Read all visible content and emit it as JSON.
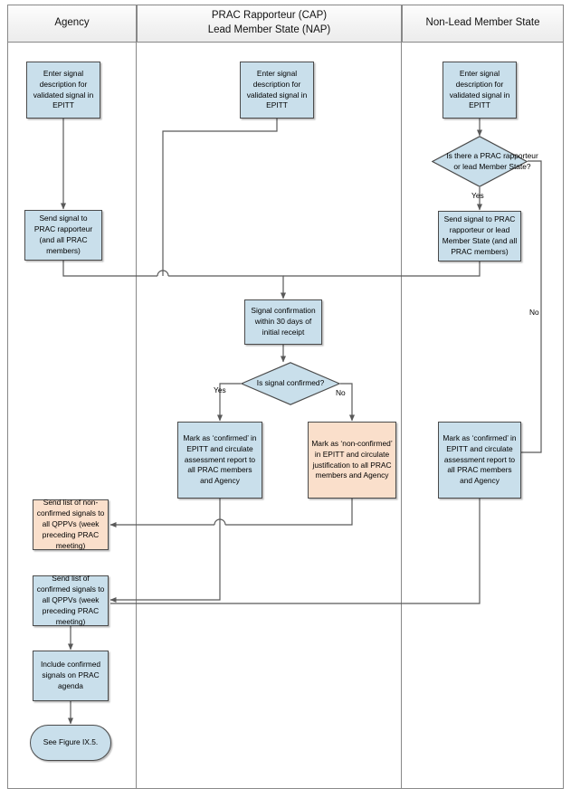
{
  "figure": {
    "title": "Signal management flowchart — validated signal handling",
    "reference": "See Figure IX.5."
  },
  "colors": {
    "process_fill": "#c9dfeb",
    "alt_fill": "#fadfcb",
    "node_stroke": "#4b4b4b",
    "lane_stroke": "#888888",
    "wire": "#595959"
  },
  "lanes": [
    {
      "id": "agency",
      "label": "Agency"
    },
    {
      "id": "rapporteur",
      "label": "PRAC Rapporteur (CAP)\nLead Member State (NAP)",
      "line1": "PRAC Rapporteur (CAP)",
      "line2": "Lead Member State (NAP)"
    },
    {
      "id": "nonlead",
      "label": "Non-Lead Member State"
    }
  ],
  "nodes": {
    "agency_enter": {
      "type": "process",
      "lane": "agency",
      "text": "Enter signal description for validated signal in EPITT"
    },
    "agency_send": {
      "type": "process",
      "lane": "agency",
      "text": "Send signal to PRAC rapporteur (and all PRAC members)"
    },
    "rapp_enter": {
      "type": "process",
      "lane": "rapporteur",
      "text": "Enter signal description for validated signal in EPITT"
    },
    "nonlead_enter": {
      "type": "process",
      "lane": "nonlead",
      "text": "Enter signal description for validated signal in EPITT"
    },
    "nonlead_decide": {
      "type": "decision",
      "lane": "nonlead",
      "text": "Is there a PRAC rapporteur or lead Member State?"
    },
    "nonlead_send": {
      "type": "process",
      "lane": "nonlead",
      "text": "Send signal to PRAC rapporteur or lead Member State (and all PRAC members)"
    },
    "confirm_window": {
      "type": "process",
      "lane": "rapporteur",
      "text": "Signal confirmation within 30 days of initial receipt"
    },
    "confirm_decide": {
      "type": "decision",
      "lane": "rapporteur",
      "text": "Is signal confirmed?"
    },
    "mark_confirmed": {
      "type": "process",
      "lane": "rapporteur",
      "text": "Mark as ‘confirmed’ in EPITT and circulate assessment report to all PRAC members and Agency"
    },
    "mark_nonconfirmed": {
      "type": "alt",
      "lane": "rapporteur",
      "text": "Mark as ‘non-confirmed’ in EPITT and circulate justification to all PRAC members and Agency"
    },
    "nonlead_mark_confirmed": {
      "type": "process",
      "lane": "nonlead",
      "text": "Mark as ‘confirmed’ in EPITT and circulate assessment report to all PRAC members and Agency"
    },
    "agency_list_nonconfirmed": {
      "type": "alt",
      "lane": "agency",
      "text": "Send list of non-confirmed signals to all QPPVs (week preceding PRAC meeting)"
    },
    "agency_list_confirmed": {
      "type": "process",
      "lane": "agency",
      "text": "Send list of confirmed signals to all QPPVs (week preceding PRAC meeting)"
    },
    "agency_agenda": {
      "type": "process",
      "lane": "agency",
      "text": "Include confirmed signals on PRAC agenda"
    },
    "agency_next": {
      "type": "terminator",
      "lane": "agency",
      "text": "See Figure IX.5."
    }
  },
  "edge_labels": {
    "nonlead_yes": "Yes",
    "nonlead_no": "No",
    "confirm_yes": "Yes",
    "confirm_no": "No"
  }
}
